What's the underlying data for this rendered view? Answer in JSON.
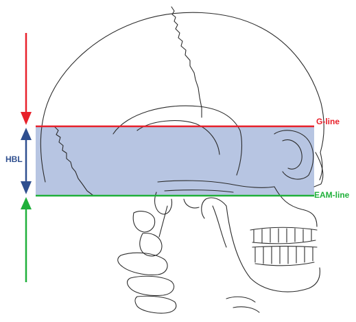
{
  "labels": {
    "g_line": "G-line",
    "eam_line": "EAM-line",
    "hbl": "HBL"
  },
  "colors": {
    "g_line": "#e8202a",
    "eam_line": "#1fb03a",
    "hbl": "#2f4f8f",
    "band_fill": "#b7c5e2",
    "outline": "#2a2a2a"
  }
}
